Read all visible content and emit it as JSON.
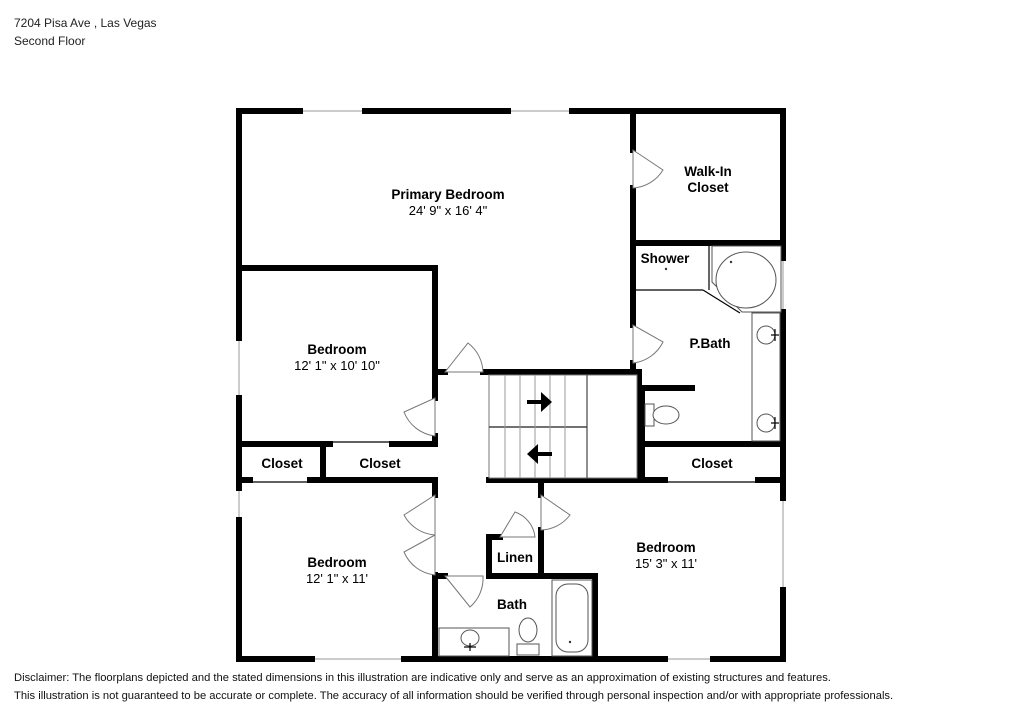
{
  "header": {
    "address": "7204 Pisa Ave , Las Vegas",
    "floor": "Second Floor"
  },
  "rooms": {
    "primary_bedroom": {
      "name": "Primary Bedroom",
      "dims": "24' 9\" x 16' 4\""
    },
    "walk_in_closet": {
      "name_line1": "Walk-In",
      "name_line2": "Closet"
    },
    "shower": {
      "name": "Shower"
    },
    "pbath": {
      "name": "P.Bath"
    },
    "bedroom_upper_left": {
      "name": "Bedroom",
      "dims": "12' 1\" x 10' 10\""
    },
    "closet_left_a": {
      "name": "Closet"
    },
    "closet_left_b": {
      "name": "Closet"
    },
    "closet_right": {
      "name": "Closet"
    },
    "bedroom_lower_left": {
      "name": "Bedroom",
      "dims": "12' 1\" x 11'"
    },
    "bedroom_right": {
      "name": "Bedroom",
      "dims": "15' 3\" x 11'"
    },
    "linen": {
      "name": "Linen"
    },
    "bath": {
      "name": "Bath"
    }
  },
  "disclaimer": {
    "line1": "Disclaimer: The floorplans depicted and the stated dimensions in this illustration are indicative only and serve as an approximation of existing structures and features.",
    "line2": "This illustration is not guaranteed to be accurate or complete. The accuracy of all information should be verified through personal inspection and/or with appropriate professionals."
  },
  "colors": {
    "wall": "#000000",
    "background": "#ffffff"
  }
}
